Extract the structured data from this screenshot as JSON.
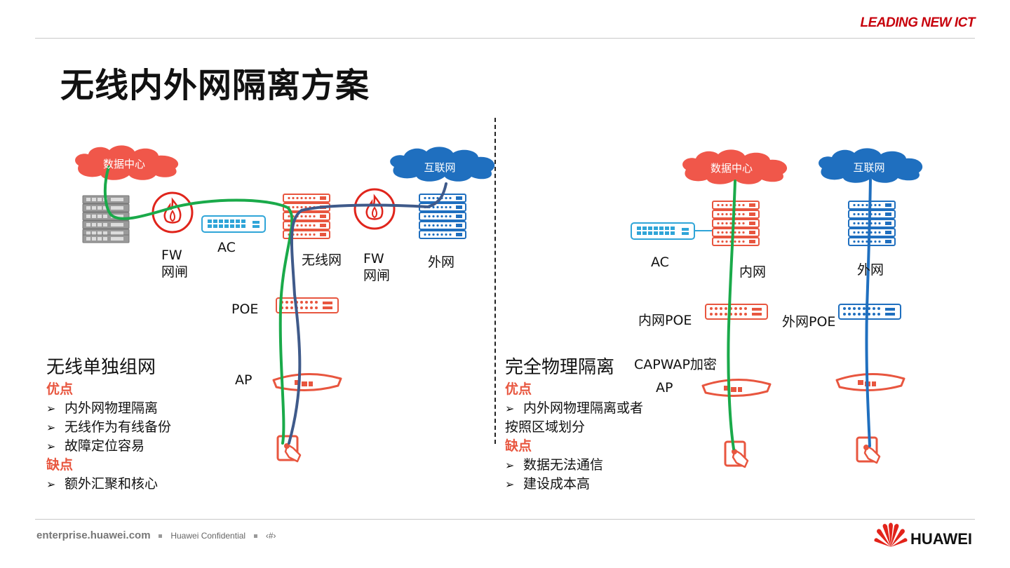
{
  "header": {
    "brand_part1": "LEADING",
    "brand_part2": "NEW ICT",
    "title": "无线内外网隔离方案"
  },
  "left_diagram": {
    "cloud_dc": "数据中心",
    "cloud_internet": "互联网",
    "fw1_label": "FW",
    "fw1_sub": "网闸",
    "ac_label": "AC",
    "wireless_label": "无线网",
    "fw2_label": "FW",
    "fw2_sub": "网闸",
    "outer_label": "外网",
    "poe_label": "POE",
    "ap_label": "AP"
  },
  "left_text": {
    "heading": "无线单独组网",
    "pros_label": "优点",
    "pros": [
      "内外网物理隔离",
      "无线作为有线备份",
      "故障定位容易"
    ],
    "cons_label": "缺点",
    "cons": [
      "额外汇聚和核心"
    ]
  },
  "right_diagram": {
    "cloud_dc": "数据中心",
    "cloud_internet": "互联网",
    "ac_label": "AC",
    "inner_label": "内网",
    "outer_label": "外网",
    "inner_poe_label": "内网POE",
    "outer_poe_label": "外网POE",
    "capwap_label": "CAPWAP加密",
    "ap_label": "AP"
  },
  "right_text": {
    "heading": "完全物理隔离",
    "pros_label": "优点",
    "pros_line1": "内外网物理隔离或者",
    "pros_line2": "按照区域划分",
    "cons_label": "缺点",
    "cons": [
      "数据无法通信",
      "建设成本高"
    ]
  },
  "footer": {
    "site": "enterprise.huawei.com",
    "confidential": "Huawei Confidential",
    "page": "‹#›",
    "logo_text": "HUAWEI"
  },
  "colors": {
    "red": "#e8563f",
    "blue": "#1f6fbf",
    "green": "#1aaa4a",
    "slate": "#3f5a8a",
    "cyan": "#2fa5d8",
    "gray": "#8a8a8a"
  }
}
